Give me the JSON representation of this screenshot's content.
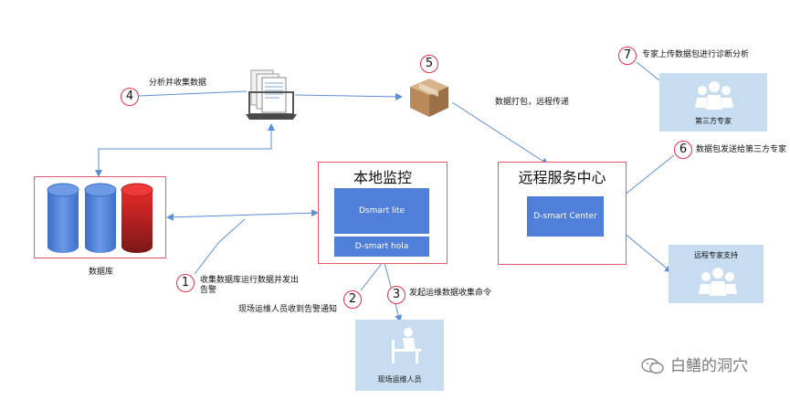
{
  "database_label": "数据库",
  "local_monitor": {
    "title": "本地监控",
    "module_lite": "Dsmart lite",
    "module_hola": "D-smart hola"
  },
  "remote_center": {
    "title": "远程服务中心",
    "module": "D-smart Center"
  },
  "third_party": {
    "label": "第三方专家"
  },
  "remote_expert": {
    "label": "远程专家支持"
  },
  "field_staff": {
    "label": "现场运维人员"
  },
  "steps": [
    {
      "num": "1",
      "text_line1": "收集数据库运行数据并发出",
      "text_line2": "告警"
    },
    {
      "num": "2",
      "text": "现场运维人员收到告警通知"
    },
    {
      "num": "3",
      "text": "发起运维数据收集命令"
    },
    {
      "num": "4",
      "text": "分析并收集数据"
    },
    {
      "num": "5",
      "text": "数据打包，远程传递"
    },
    {
      "num": "6",
      "text": "数据包发送给第三方专家"
    },
    {
      "num": "7",
      "text": "专家上传数据包进行诊断分析"
    }
  ],
  "watermark": "白鳝的洞穴",
  "colors": {
    "frame": "#e45a6a",
    "module": "#4f7fd8",
    "panel": "#c8dcef",
    "arrow": "#5b8fd6",
    "step_circle": "#e0334a"
  }
}
